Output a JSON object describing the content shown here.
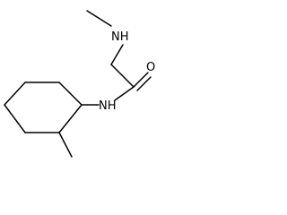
{
  "molecule": {
    "atoms": {
      "amine_nitrogen": "NH",
      "amide_nitrogen": "NH",
      "carbonyl_oxygen": "O"
    },
    "line_color": "#000000",
    "background_color": "#ffffff"
  }
}
